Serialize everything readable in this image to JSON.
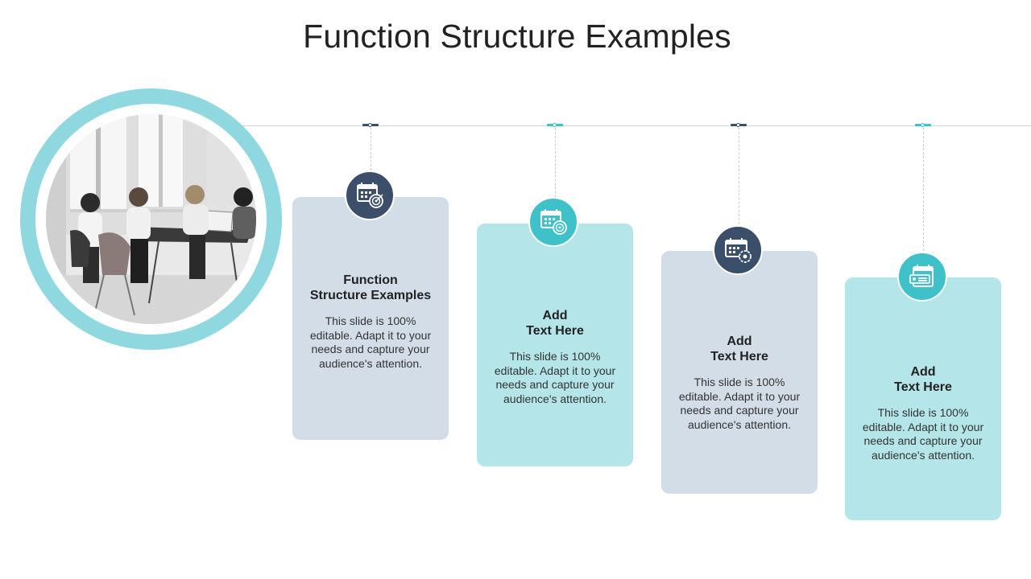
{
  "title": "Function Structure Examples",
  "photo": {
    "description_icon": "team-meeting-photo"
  },
  "colors": {
    "ring": "#8fd8e0",
    "card_grey": "#d3dde8",
    "card_teal": "#b4e5e8",
    "badge_dark": "#3b4f6a",
    "badge_cyan": "#3ec1c9"
  },
  "cards": [
    {
      "heading_line1": "Function",
      "heading_line2": "Structure Examples",
      "body": "This slide is 100% editable. Adapt it to your needs and capture your audience's attention.",
      "icon": "calendar-target-icon"
    },
    {
      "heading_line1": "Add",
      "heading_line2": "Text Here",
      "body": "This slide is 100% editable. Adapt it to your needs and capture your audience's attention.",
      "icon": "calendar-target-icon"
    },
    {
      "heading_line1": "Add",
      "heading_line2": "Text Here",
      "body": "This slide is 100% editable. Adapt it to your needs and capture your audience's attention.",
      "icon": "calendar-settings-icon"
    },
    {
      "heading_line1": "Add",
      "heading_line2": "Text Here",
      "body": "This slide is 100% editable. Adapt it to your needs and capture your audience's attention.",
      "icon": "calendar-ticket-icon"
    }
  ]
}
